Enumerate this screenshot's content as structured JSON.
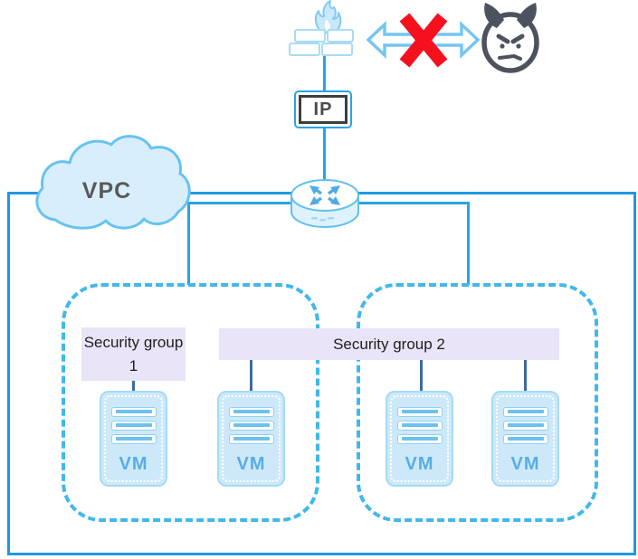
{
  "diagram": {
    "vpc": {
      "label": "VPC"
    },
    "ip_node": {
      "label": "IP"
    },
    "security_groups": [
      {
        "label": "Security group 1"
      },
      {
        "label": "Security group 2"
      }
    ],
    "vms": [
      {
        "label": "VM"
      },
      {
        "label": "VM"
      },
      {
        "label": "VM"
      },
      {
        "label": "VM"
      }
    ],
    "icons": [
      "firewall-icon",
      "blocked-arrow-icon",
      "blocked-x-icon",
      "attacker-devil-icon",
      "ip-address-node",
      "router-icon",
      "vpc-cloud"
    ],
    "colors": {
      "connector_blue": "#29A3E8",
      "boundary_blue": "#2097E3",
      "dashed_group_blue": "#41B8EC",
      "cloud_fill": "#D8EEFC",
      "cloud_stroke": "#66C3F0",
      "vm_fill": "#CDE9F9",
      "vm_text_blue": "#58ADE5",
      "group_label_fill": "#E9E4F7",
      "label_connector_steel": "#3D6B9E",
      "blocked_x_red": "#F5101E",
      "attacker_gray": "#4C535D",
      "ip_text_gray": "#4A4A4A",
      "vpc_text_gray": "#595959"
    }
  }
}
